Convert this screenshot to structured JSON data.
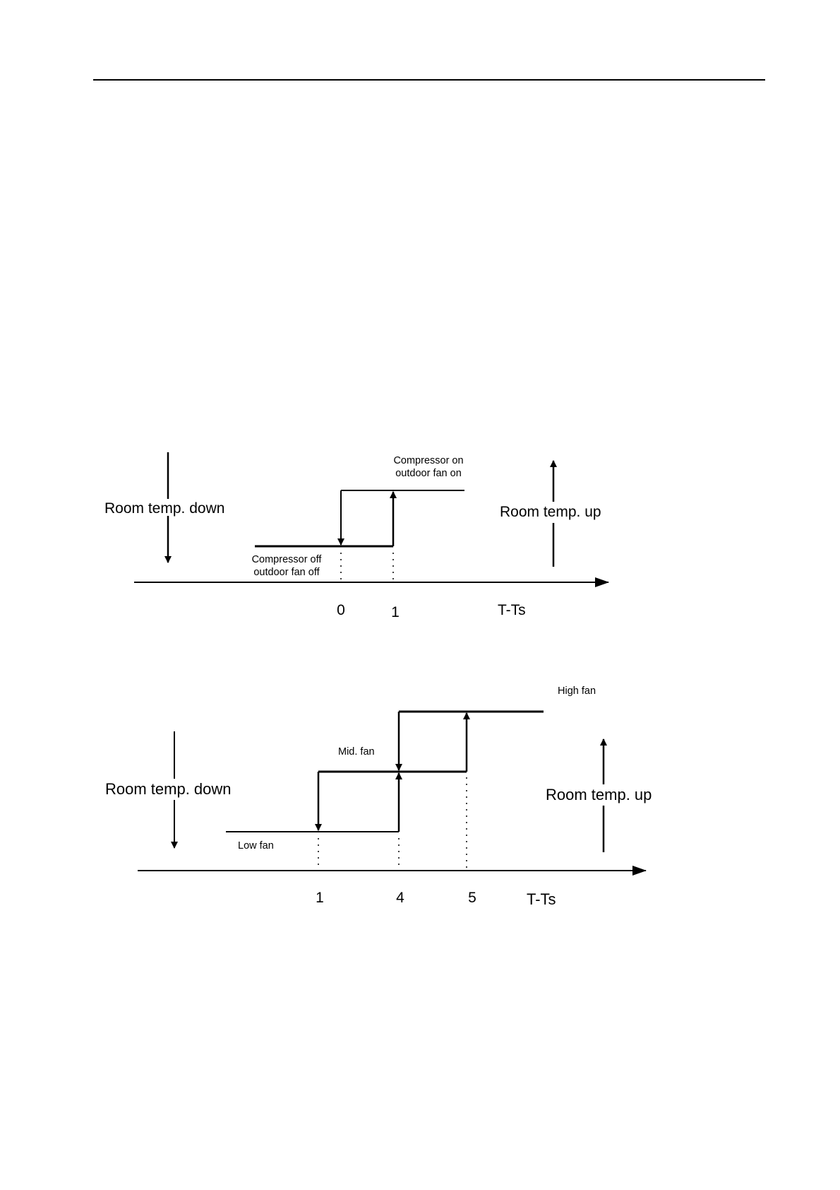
{
  "diagram1": {
    "room_temp_down": "Room temp. down",
    "room_temp_up": "Room temp. up",
    "state_on": [
      "Compressor on",
      "outdoor fan on"
    ],
    "state_off": [
      "Compressor off",
      "outdoor fan off"
    ],
    "ticks": [
      "0",
      "1"
    ],
    "axis_label": "T-Ts"
  },
  "diagram2": {
    "room_temp_down": "Room temp. down",
    "room_temp_up": "Room temp. up",
    "high_fan": "High fan",
    "mid_fan": "Mid. fan",
    "low_fan": "Low fan",
    "ticks": [
      "1",
      "4",
      "5"
    ],
    "axis_label": "T-Ts"
  }
}
